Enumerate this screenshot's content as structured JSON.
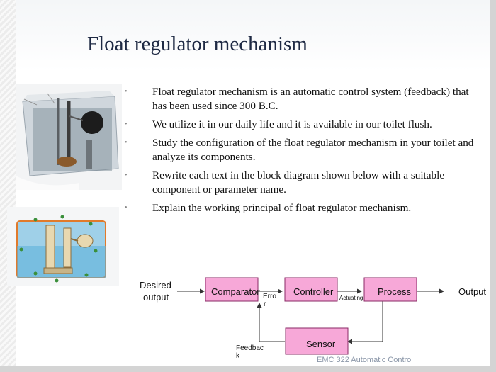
{
  "slide": {
    "title": "Float regulator mechanism",
    "bullets": [
      "Float regulator mechanism is an automatic control system (feedback) that has been used since 300 B.C.",
      "We utilize it in our daily life and it is available in our toilet flush.",
      "Study the configuration of the float regulator mechanism in your toilet and analyze its components.",
      "Rewrite each text in the block diagram shown below with a suitable component or parameter name.",
      "Explain the working principal of float regulator mechanism."
    ],
    "footer": "EMC 322 Automatic Control"
  },
  "diagram": {
    "desired_line1": "Desired",
    "desired_line2": "output",
    "comparator": "Comparator",
    "controller": "Controller",
    "process": "Process",
    "sensor": "Sensor",
    "output": "Output",
    "error_line1": "Erro",
    "error_line2": "r",
    "actuating": "Actuating",
    "feedback_line1": "Feedbac",
    "feedback_line2": "k",
    "block_color": "#f7a8d8",
    "block_border": "#8a2a66"
  }
}
